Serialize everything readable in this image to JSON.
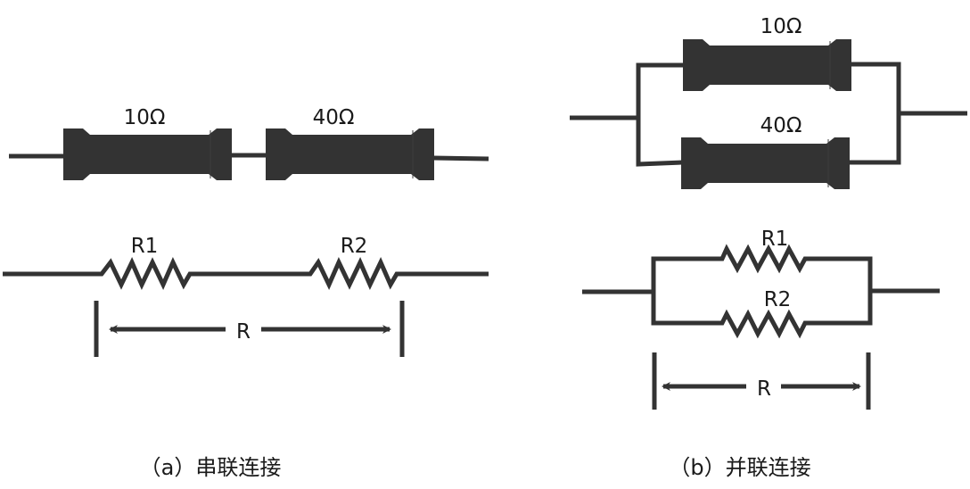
{
  "colors": {
    "ink": "#333333",
    "text": "#1a1a1a",
    "background": "#ffffff"
  },
  "series": {
    "resistors": [
      {
        "id": "r1",
        "value_label": "10Ω",
        "symbol_label": "R1"
      },
      {
        "id": "r2",
        "value_label": "40Ω",
        "symbol_label": "R2"
      }
    ],
    "equivalent_label": "R",
    "caption": "（a）串联连接"
  },
  "parallel": {
    "resistors": [
      {
        "id": "r1",
        "value_label": "10Ω",
        "symbol_label": "R1"
      },
      {
        "id": "r2",
        "value_label": "40Ω",
        "symbol_label": "R2"
      }
    ],
    "equivalent_label": "R",
    "caption": "（b）并联连接"
  }
}
